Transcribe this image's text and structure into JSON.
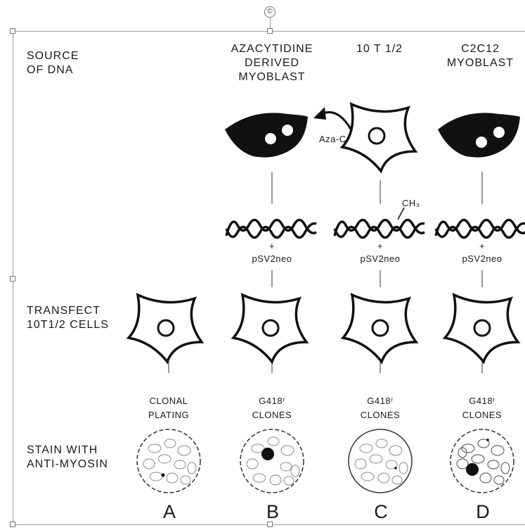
{
  "row_labels": {
    "source": "SOURCE\nOF DNA",
    "transfect": "TRANSFECT\n10T1/2 CELLS",
    "stain": "STAIN WITH\nANTI-MYOSIN"
  },
  "columns": [
    {
      "header": "AZACYTIDINE\nDERIVED\nMYOBLAST",
      "plasmid": "pSV2neo",
      "selection": "G418ʳ\nCLONES",
      "panel": "B"
    },
    {
      "header": "10 T 1/2",
      "plasmid": "pSV2neo",
      "selection": "G418ʳ\nCLONES",
      "panel": "C"
    },
    {
      "header": "C2C12\nMYOBLAST",
      "plasmid": "pSV2neo",
      "selection": "G418ʳ\nCLONES",
      "panel": "D"
    }
  ],
  "control": {
    "selection": "CLONAL\nPLATING",
    "panel": "A"
  },
  "aza_label": "Aza-C",
  "methyl_label": "CH₃",
  "plus": "+",
  "rotate_symbol": "©"
}
